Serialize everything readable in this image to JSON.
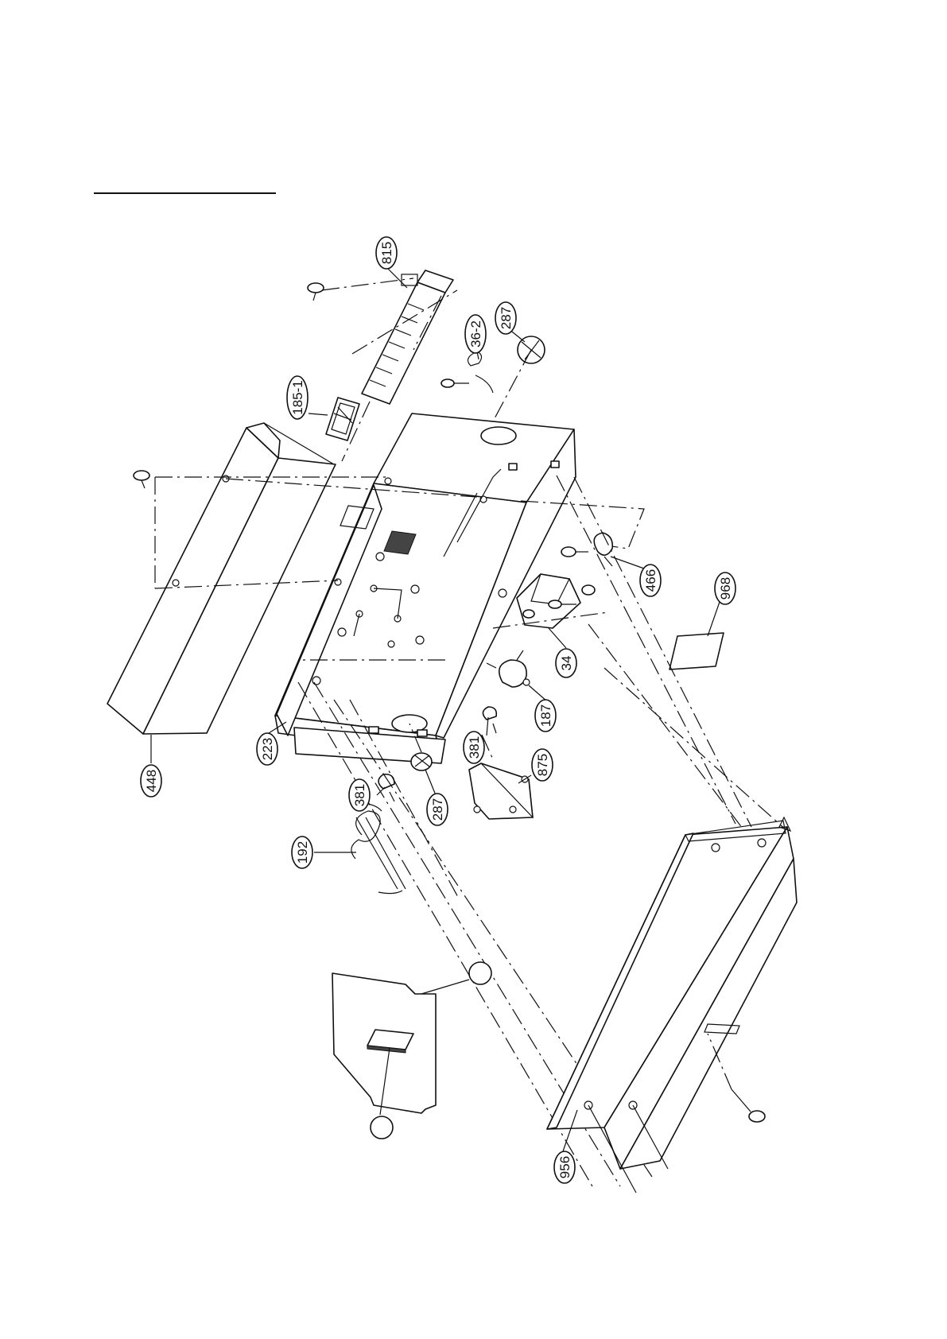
{
  "callouts": {
    "c815": "815",
    "c287_top": "287",
    "c36_2": "36-2",
    "c185_1": "185-1",
    "c466": "466",
    "c968": "968",
    "c34": "34",
    "c187": "187",
    "c223": "223",
    "c448": "448",
    "c381_right": "381",
    "c875": "875",
    "c381_left": "381",
    "c287_bottom": "287",
    "c192": "192",
    "c956": "956",
    "c_blank_upper": "",
    "c_blank_lower": ""
  }
}
